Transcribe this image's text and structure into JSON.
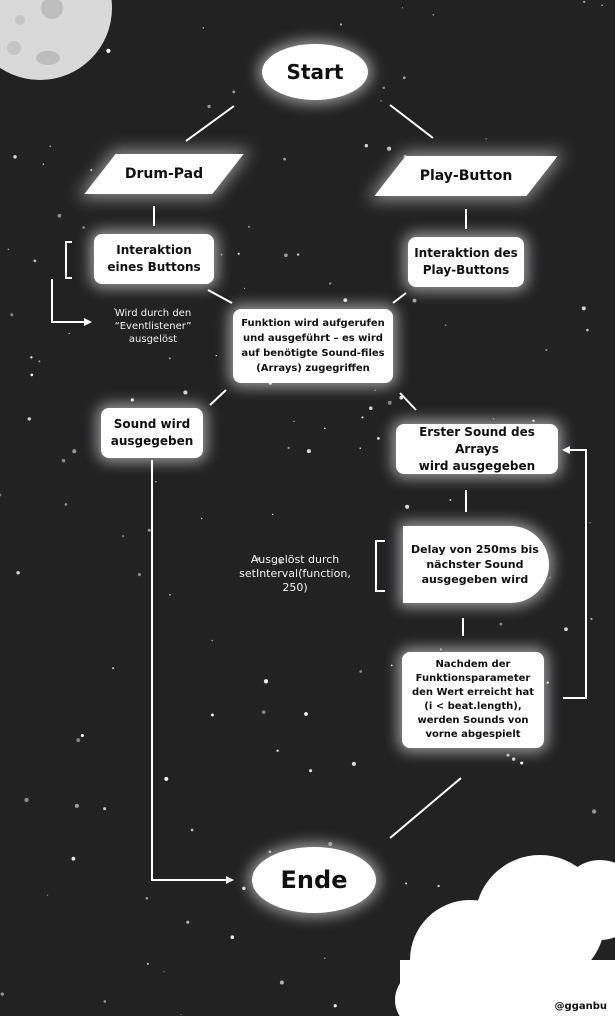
{
  "nodes": {
    "start": "Start",
    "drum_pad": "Drum-Pad",
    "play_button": "Play-Button",
    "interaktion_button": "Interaktion\neines Buttons",
    "interaktion_play": "Interaktion des\nPlay-Buttons",
    "funktion": "Funktion wird aufgerufen\nund ausgeführt – es wird\nauf benötigte Sound-files\n(Arrays) zugegriffen",
    "sound_ausgegeben": "Sound wird\nausgegeben",
    "erster_sound": "Erster Sound des Arrays\nwird ausgegeben",
    "delay": "Delay von 250ms bis\nnächster Sound\nausgegeben wird",
    "nachdem": "Nachdem der\nFunktionsparameter\nden Wert erreicht hat\n(i < beat.length),\nwerden Sounds von\nvorne abgespielt",
    "ende": "Ende"
  },
  "notes": {
    "eventlistener": "Wird durch den\n“Eventlistener”\nausgelöst",
    "setinterval": "Ausgelöst durch\nsetInterval(function, 250)"
  },
  "watermark": "@gganbu",
  "colors": {
    "background": "#222223",
    "node": "#ffffff",
    "line": "#ffffff",
    "moon": "#d8d8d8"
  }
}
